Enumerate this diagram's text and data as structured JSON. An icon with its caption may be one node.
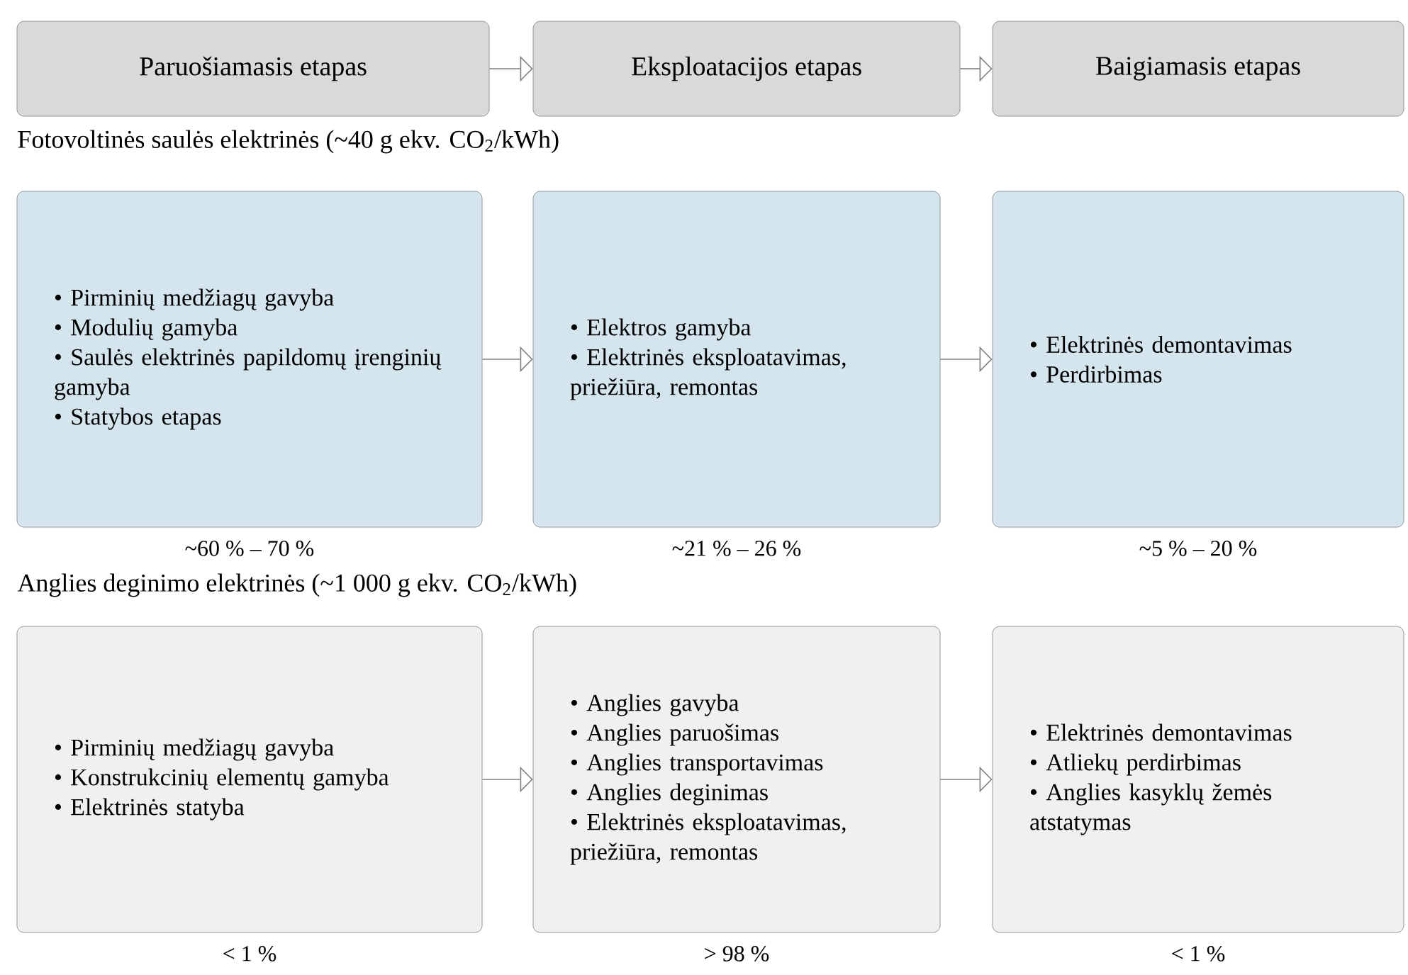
{
  "diagram": {
    "nodes": [
      {
        "text": [
          "Paruošiamasis etapas"
        ]
      },
      {
        "text": [
          "Eksploatacijos etapas"
        ]
      },
      {
        "text": [
          "Baigiamasis etapas"
        ]
      },
      {
        "text": [
          "• Pirminių medžiagų gavyba",
          "• Modulių gamyba",
          "• Saulės elektrinės papildomų įrenginių gamyba",
          "• Statybos etapas"
        ],
        "beside": [
          "~60 % – 70 %"
        ]
      },
      {
        "text": [
          "• Elektros gamyba",
          "• Elektrinės eksploatavimas, priežiūra, remontas"
        ],
        "beside": [
          "~21 % – 26 %"
        ]
      },
      {
        "text": [
          "• Elektrinės demontavimas",
          "• Perdirbimas"
        ],
        "beside": [
          "~5 % – 20 %"
        ]
      },
      {
        "text": [
          "• Pirminių medžiagų gavyba",
          "• Konstrukcinių elementų gamyba",
          "• Elektrinės statyba"
        ],
        "beside": [
          "< 1 %"
        ]
      },
      {
        "text": [
          "• Anglies gavyba",
          "• Anglies paruošimas",
          "• Anglies transportavimas",
          "• Anglies deginimas",
          "• Elektrinės eksploatavimas, priežiūra, remontas"
        ],
        "beside": [
          "> 98 %"
        ]
      },
      {
        "text": [
          "• Elektrinės demontavimas",
          "• Atliekų perdirbimas",
          "• Anglies kasyklų žemės atstatymas"
        ],
        "beside": [
          "< 1 %"
        ]
      }
    ],
    "edges": [
      {
        "from": 0,
        "to": 1,
        "arrow": "to"
      },
      {
        "from": 1,
        "to": 2,
        "arrow": "to"
      },
      {
        "from": 3,
        "to": 4,
        "arrow": "to"
      },
      {
        "from": 4,
        "to": 5,
        "arrow": "to"
      },
      {
        "from": 6,
        "to": 7,
        "arrow": "to"
      },
      {
        "from": 7,
        "to": 8,
        "arrow": "to"
      }
    ],
    "labels": [
      "Fotovoltinės saulės elektrinės (~40 g ekv. CO$_{2}$/kWh)",
      "Anglies deginimo elektrinės (~1 000 g ekv. CO$_{2}$/kWh)"
    ]
  }
}
